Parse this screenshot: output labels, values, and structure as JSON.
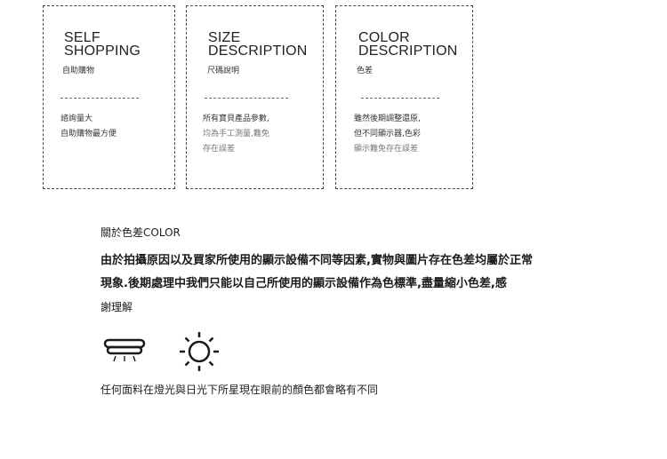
{
  "cards": [
    {
      "title_line1": "SELF",
      "title_line2": "SHOPPING",
      "subtitle": "自助購物",
      "body": [
        "諮詢量大",
        "自助購物最方便",
        ""
      ]
    },
    {
      "title_line1": "SIZE",
      "title_line2": "DESCRIPTION",
      "subtitle": "尺碼說明",
      "body": [
        "所有寶貝產品參數,",
        "均為手工測量,難免",
        "存在誤差"
      ]
    },
    {
      "title_line1": "COLOR",
      "title_line2": "DESCRIPTION",
      "subtitle": "色差",
      "body": [
        "雖然後期調整還原,",
        "但不同顯示器,色彩",
        "顯示難免存在誤差"
      ]
    }
  ],
  "about": {
    "heading": "關於色差COLOR",
    "paragraph_lines": [
      "由於拍攝原因以及買家所使用的顯示設備不同等因素,實物與圖片存在色差均屬於正常",
      "現象.後期處理中我們只能以自己所使用的顯示設備作為色標準,盡量縮小色差,感",
      "謝理解"
    ],
    "icons": [
      "ceiling-light-icon",
      "sun-icon"
    ],
    "note": "任何面料在燈光與日光下所星現在眼前的顏色都會略有不同"
  }
}
